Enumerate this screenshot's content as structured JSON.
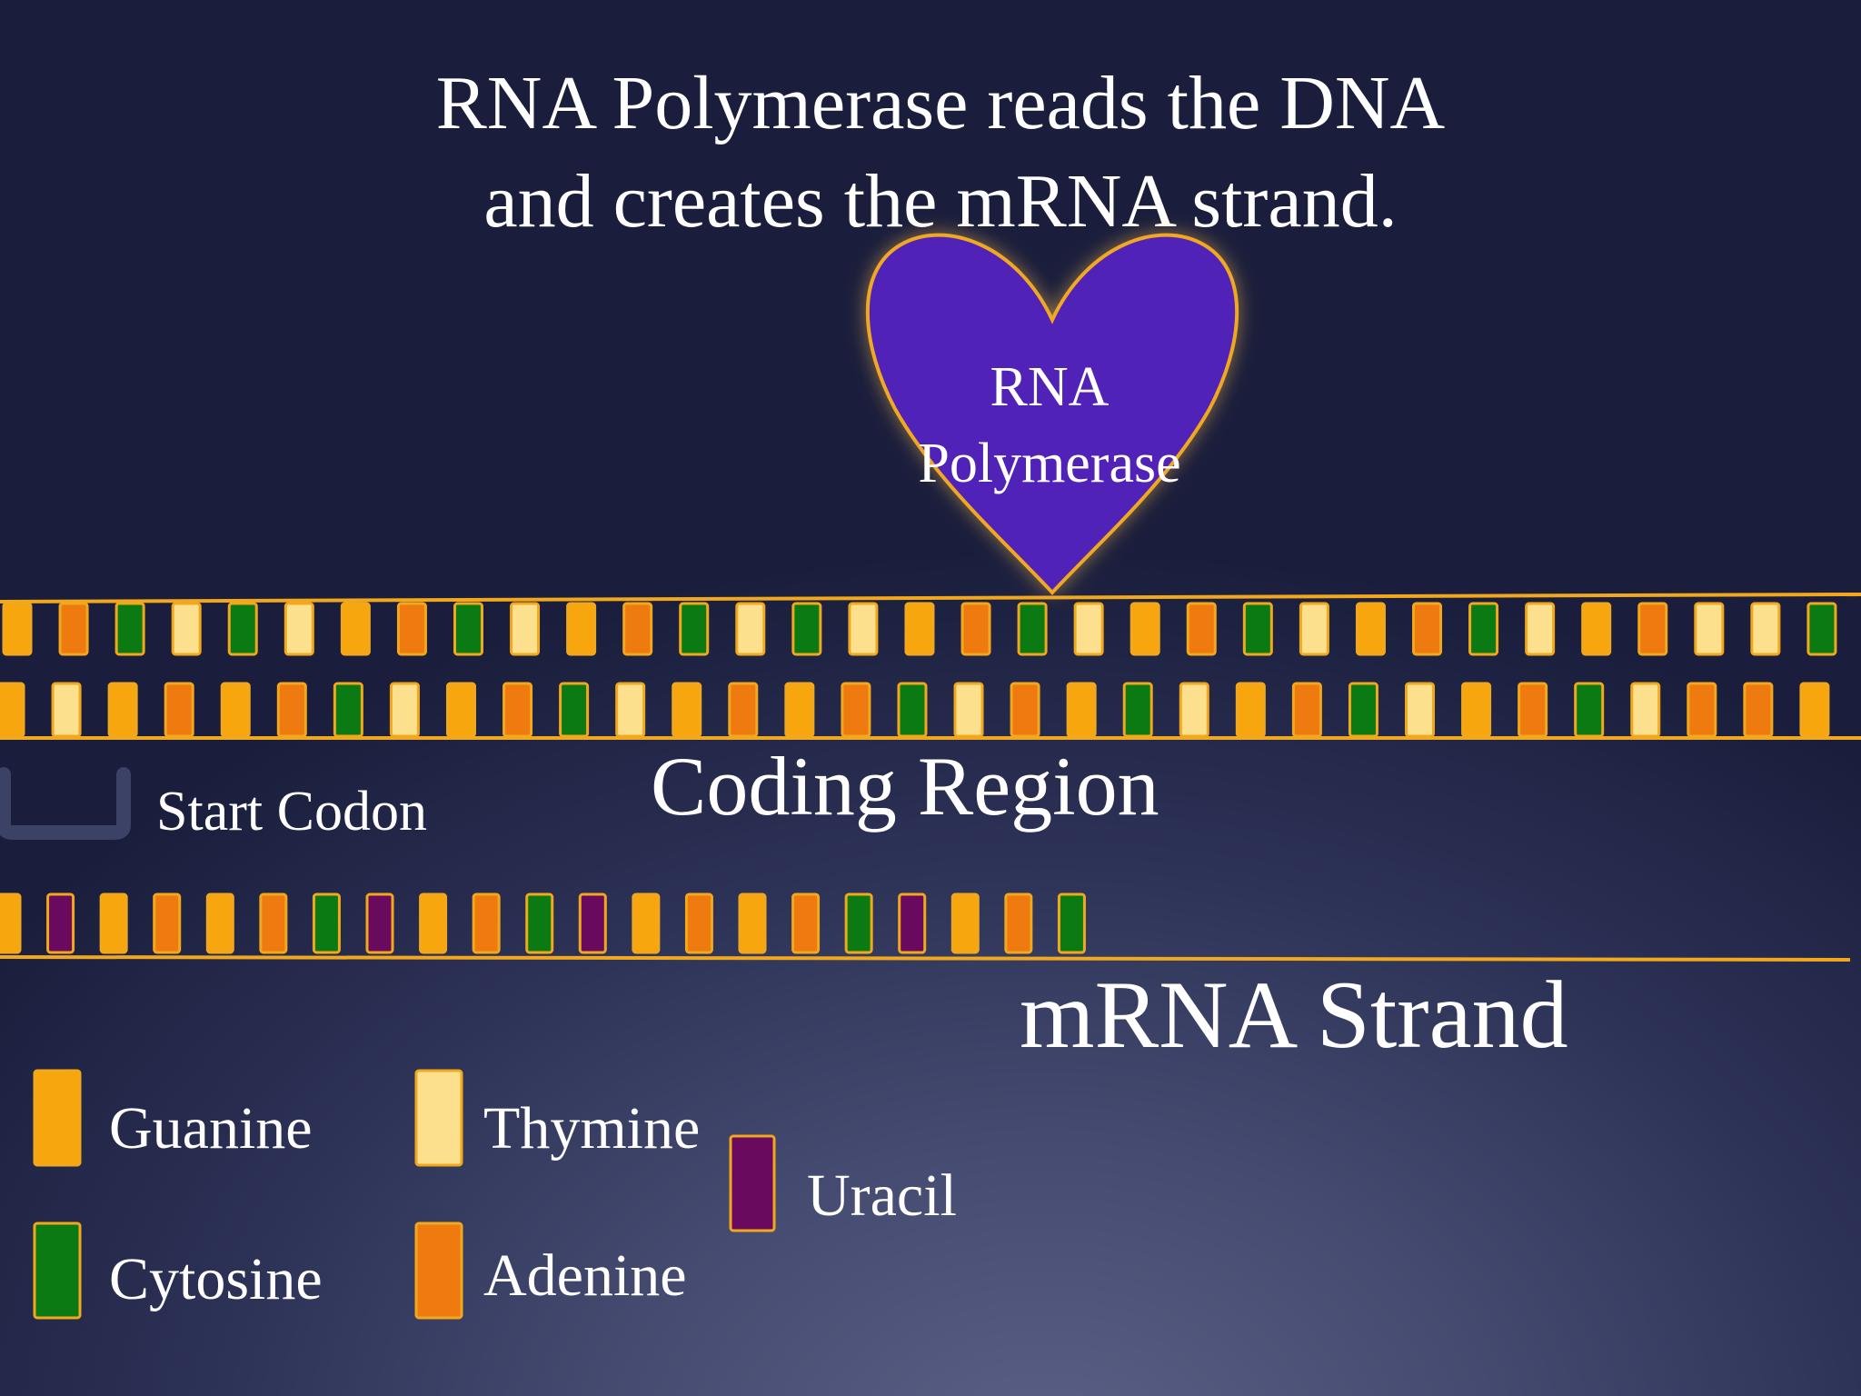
{
  "title": {
    "line1": "RNA Polymerase reads the DNA",
    "line2": "and creates the mRNA strand."
  },
  "enzyme": {
    "line1": "RNA",
    "line2": "Polymerase",
    "color": "#5121b8",
    "outline": "#f0a820"
  },
  "labels": {
    "start_codon": "Start Codon",
    "coding_region": "Coding Region",
    "mrna_strand": "mRNA Strand"
  },
  "colors": {
    "backbone": "#f2a81c",
    "G": "#f7a60e",
    "T": "#fde08e",
    "A": "#ee7a10",
    "C": "#0b7a12",
    "U": "#6a0a5e",
    "start_bracket": "#3b4266"
  },
  "dna_top_strand": [
    "G",
    "A",
    "C",
    "T",
    "C",
    "T",
    "G",
    "A",
    "C",
    "T",
    "G",
    "A",
    "C",
    "T",
    "C",
    "T",
    "G",
    "A",
    "C",
    "T",
    "G",
    "A",
    "C",
    "T",
    "G",
    "A",
    "C",
    "T",
    "G",
    "A",
    "T",
    "T",
    "C"
  ],
  "dna_bottom_strand": [
    "G",
    "T",
    "G",
    "A",
    "G",
    "A",
    "C",
    "T",
    "G",
    "A",
    "C",
    "T",
    "G",
    "A",
    "G",
    "A",
    "C",
    "T",
    "A",
    "G",
    "C",
    "T",
    "G",
    "A",
    "C",
    "T",
    "G",
    "A",
    "C",
    "T",
    "A",
    "A",
    "G"
  ],
  "mrna_bases": [
    "G",
    "U",
    "G",
    "A",
    "G",
    "A",
    "C",
    "U",
    "G",
    "A",
    "C",
    "U",
    "G",
    "A",
    "G",
    "A",
    "C",
    "U",
    "G",
    "A",
    "C"
  ],
  "legend": [
    {
      "base": "G",
      "label": "Guanine"
    },
    {
      "base": "T",
      "label": "Thymine"
    },
    {
      "base": "U",
      "label": "Uracil"
    },
    {
      "base": "C",
      "label": "Cytosine"
    },
    {
      "base": "A",
      "label": "Adenine"
    }
  ]
}
